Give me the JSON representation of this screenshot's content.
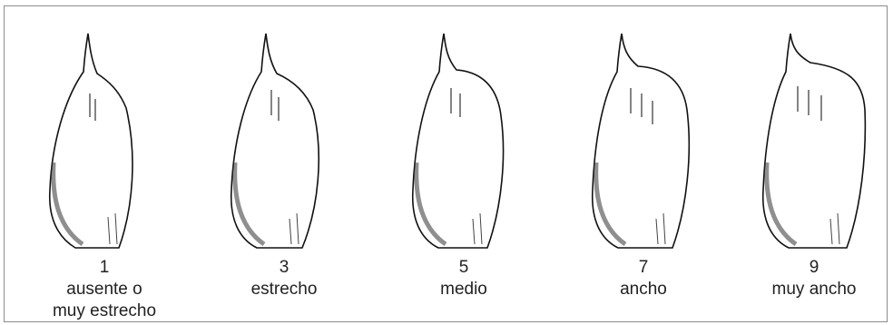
{
  "figure": {
    "items": [
      {
        "number": "1",
        "description_line1": "ausente o",
        "description_line2": "muy estrecho",
        "width_level": 1
      },
      {
        "number": "3",
        "description_line1": "estrecho",
        "description_line2": "",
        "width_level": 2
      },
      {
        "number": "5",
        "description_line1": "medio",
        "description_line2": "",
        "width_level": 3
      },
      {
        "number": "7",
        "description_line1": "ancho",
        "description_line2": "",
        "width_level": 4
      },
      {
        "number": "9",
        "description_line1": "muy ancho",
        "description_line2": "",
        "width_level": 5
      }
    ]
  }
}
